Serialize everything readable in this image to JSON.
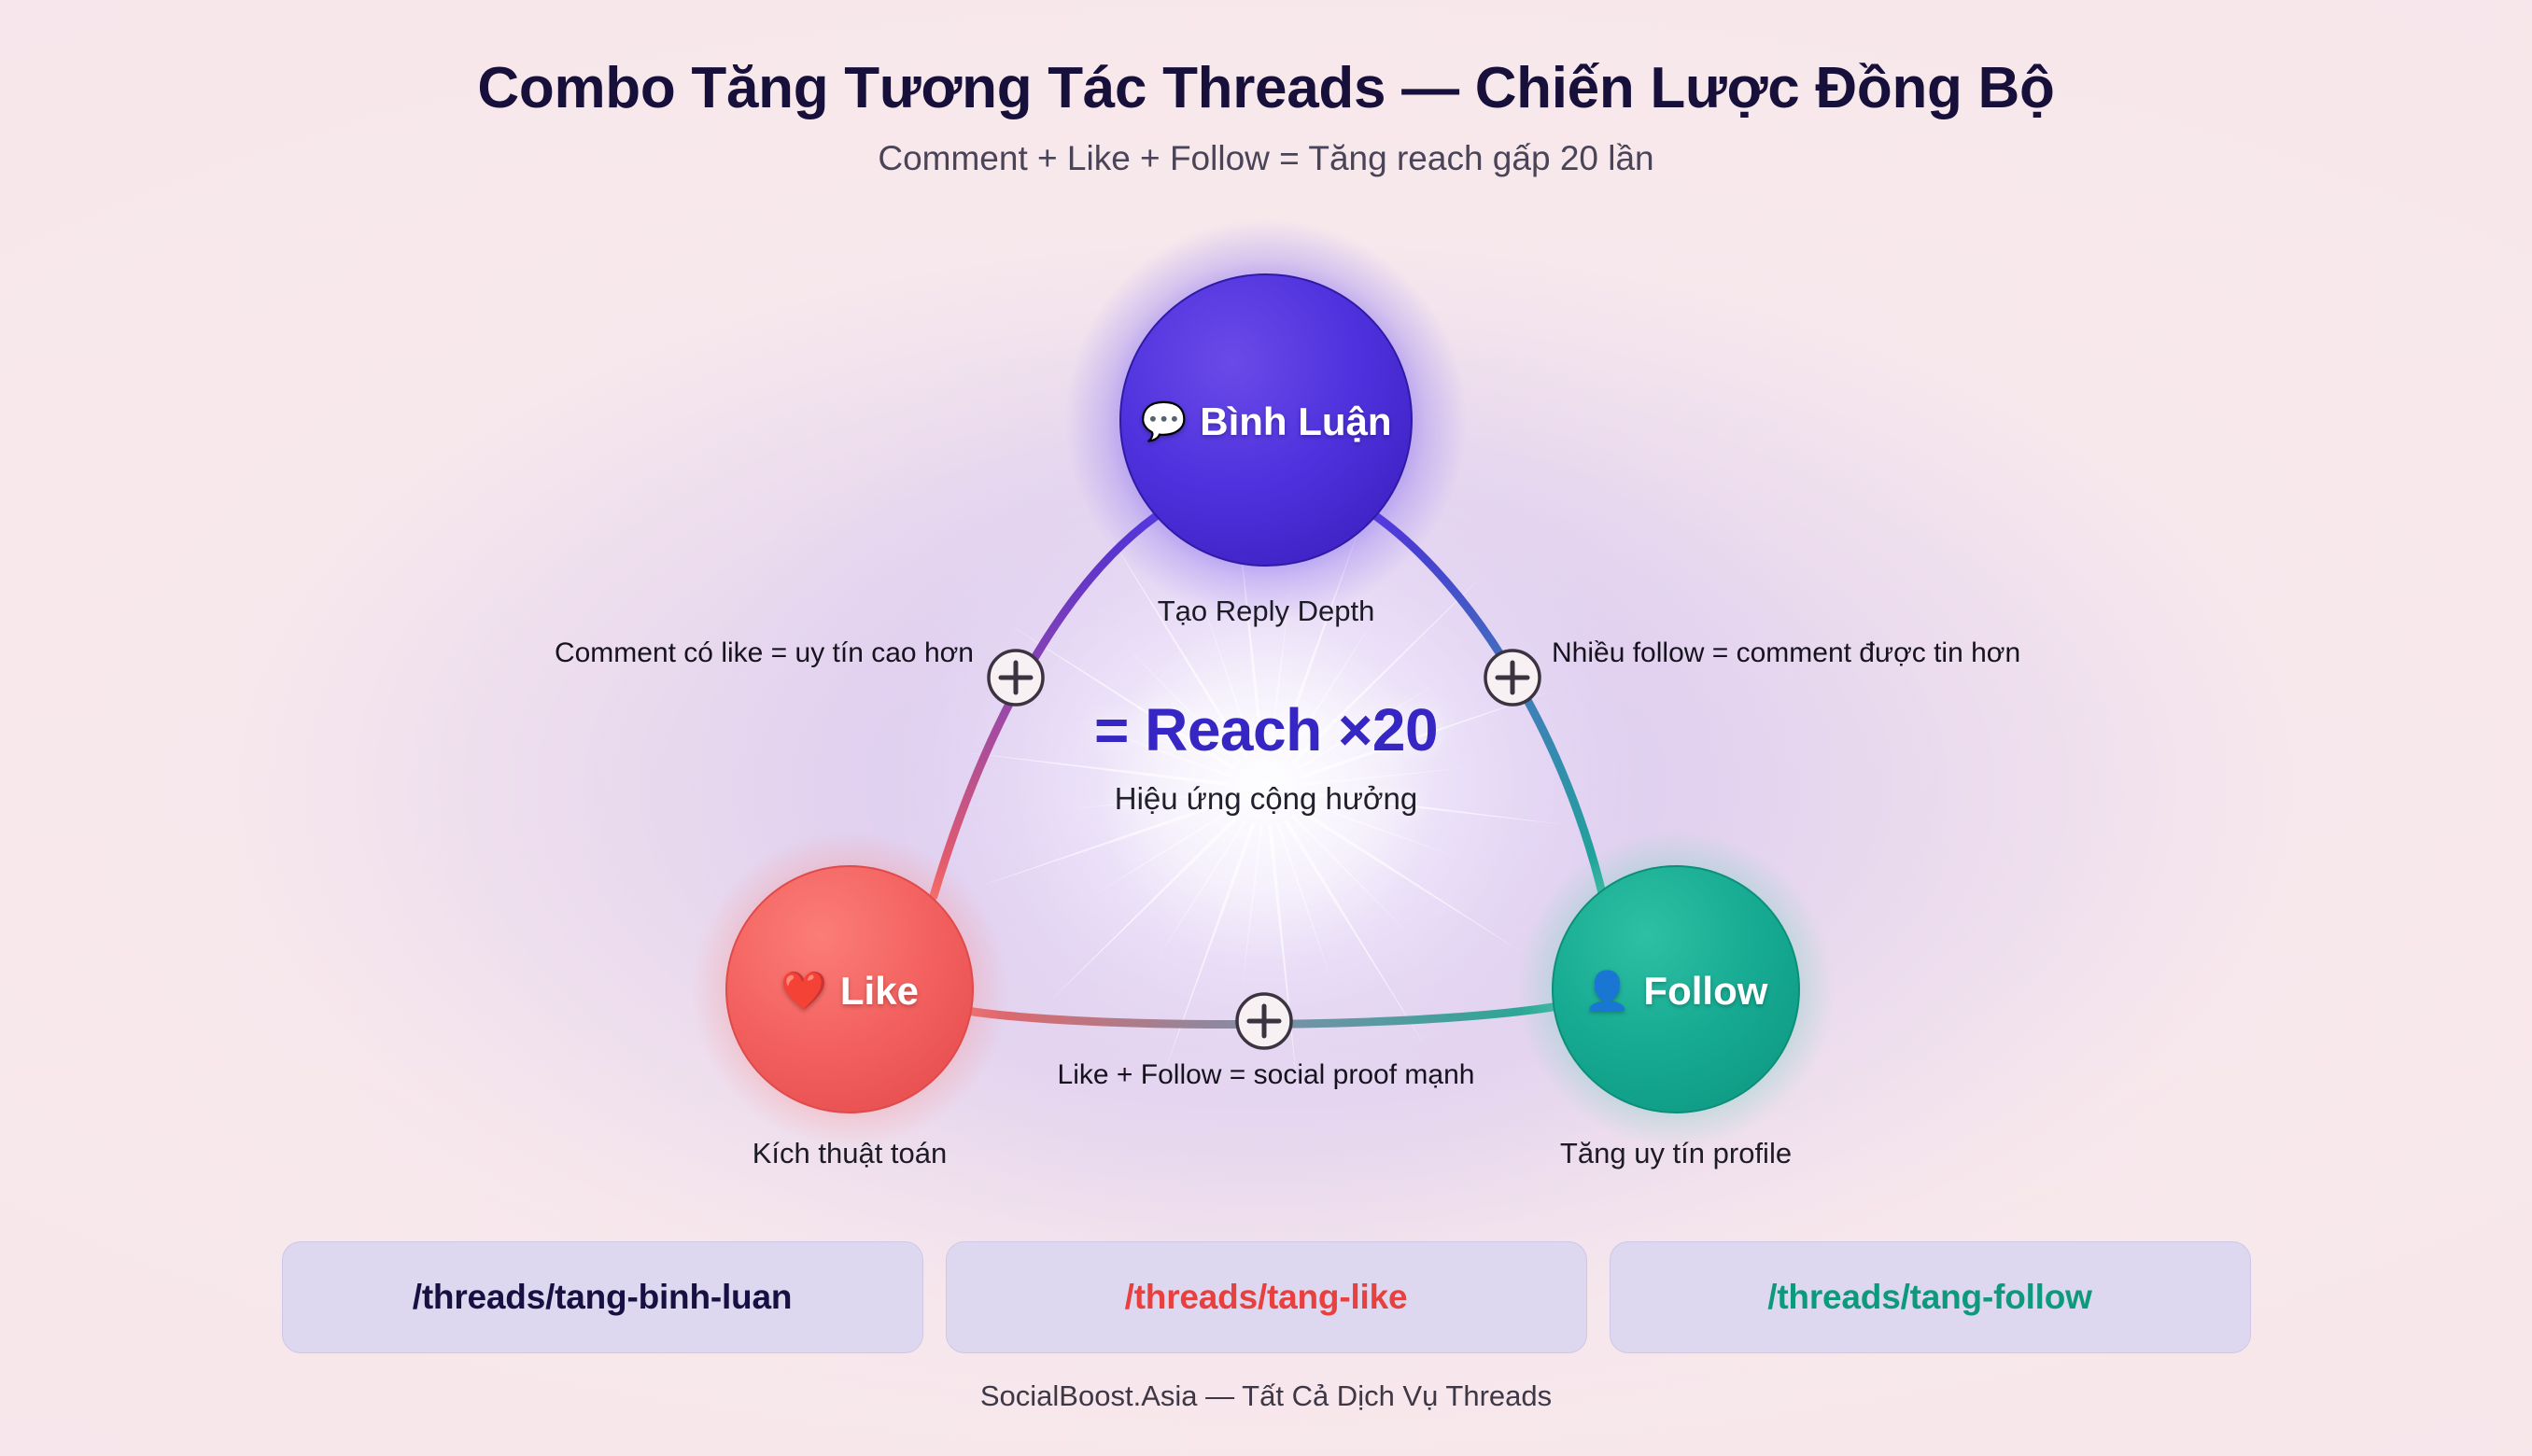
{
  "header": {
    "title": "Combo Tăng Tương Tác Threads — Chiến Lược Đồng Bộ",
    "subtitle": "Comment + Like + Follow = Tăng reach gấp 20 lần"
  },
  "diagram": {
    "nodes": [
      {
        "id": "comment",
        "label": "Bình Luận",
        "icon": "speech-bubble-icon",
        "glyph": "💬",
        "caption": "Tạo Reply Depth",
        "color": "#4a2fd6",
        "glow": "#6a4cf0"
      },
      {
        "id": "like",
        "label": "Like",
        "icon": "heart-icon",
        "glyph": "❤️",
        "caption": "Kích thuật toán",
        "color": "#f2605f",
        "glow": "#f6918f"
      },
      {
        "id": "follow",
        "label": "Follow",
        "icon": "person-icon",
        "glyph": "👤",
        "caption": "Tăng uy tín profile",
        "color": "#17ad92",
        "glow": "#7fd0c2"
      }
    ],
    "edges": [
      {
        "id": "comment-like",
        "label": "Comment có like = uy tín cao hơn",
        "badge": "+"
      },
      {
        "id": "comment-follow",
        "label": "Nhiều follow = comment được tin hơn",
        "badge": "+"
      },
      {
        "id": "like-follow",
        "label": "Like + Follow = social proof mạnh",
        "badge": "+"
      }
    ],
    "center": {
      "main": "= Reach ×20",
      "sub": "Hiệu ứng cộng hưởng",
      "color": "#3626c4"
    }
  },
  "chips": [
    {
      "label": "/threads/tang-binh-luan",
      "color": "#161142"
    },
    {
      "label": "/threads/tang-like",
      "color": "#e8403f"
    },
    {
      "label": "/threads/tang-follow",
      "color": "#0d9a7c"
    }
  ],
  "footer": {
    "text": "SocialBoost.Asia — Tất Cả Dịch Vụ Threads"
  }
}
